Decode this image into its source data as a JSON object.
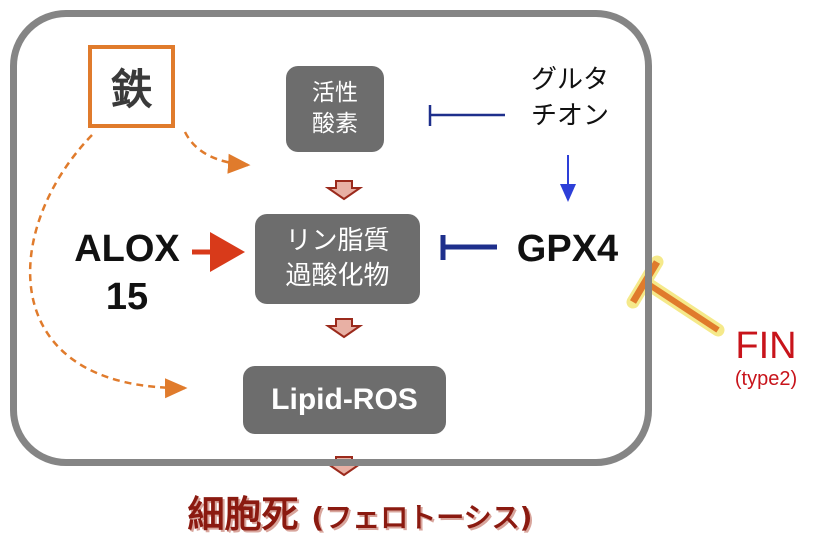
{
  "nodes": {
    "iron": "鉄",
    "ros_line1": "活性",
    "ros_line2": "酸素",
    "glutathione_line1": "グルタ",
    "glutathione_line2": "チオン",
    "lipid_peroxide_line1": "リン脂質",
    "lipid_peroxide_line2": "過酸化物",
    "alox_line1": "ALOX",
    "alox_line2": "15",
    "gpx4": "GPX4",
    "lipid_ros": "Lipid-ROS",
    "fin": "FIN",
    "fin_type": "(type2)",
    "cell_death_main": "細胞死",
    "cell_death_paren": "(フェロトーシス)"
  },
  "colors": {
    "cell_border": "#858585",
    "gray_box": "#6d6d6d",
    "iron_orange": "#e07b2c",
    "inhibit_blue": "#1e2f8c",
    "activate_red": "#d83a1a",
    "flow_arrow": "#c0392b",
    "fin_red": "#c8141b",
    "death_red": "#8b1a10"
  }
}
